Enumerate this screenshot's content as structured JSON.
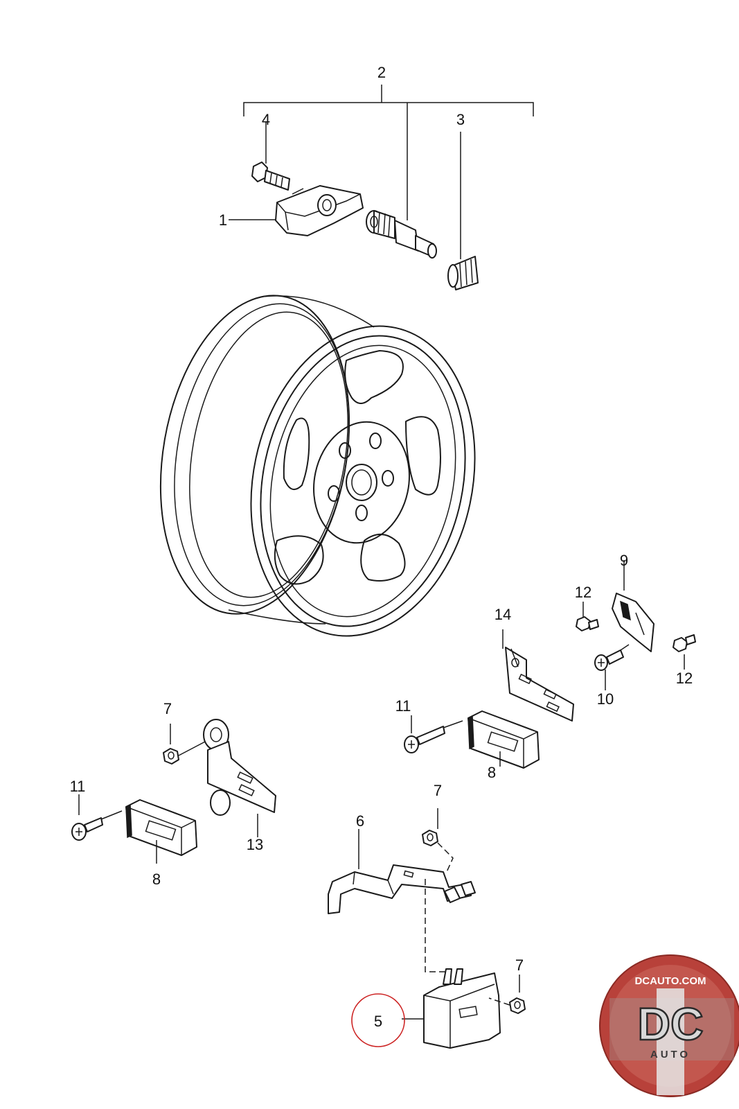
{
  "labels": {
    "p1": "1",
    "p2": "2",
    "p3": "3",
    "p4": "4",
    "p5": "5",
    "p6": "6",
    "p7a": "7",
    "p7b": "7",
    "p7c": "7",
    "p8a": "8",
    "p8b": "8",
    "p9": "9",
    "p10": "10",
    "p11a": "11",
    "p11b": "11",
    "p12a": "12",
    "p12b": "12",
    "p13": "13",
    "p14": "14"
  },
  "highlight": {
    "part": "5",
    "color": "#cc2222"
  },
  "watermark": {
    "top": "DCAUTO.COM",
    "main": "DC",
    "bottom": "AUTO",
    "color": "#c0392b"
  }
}
